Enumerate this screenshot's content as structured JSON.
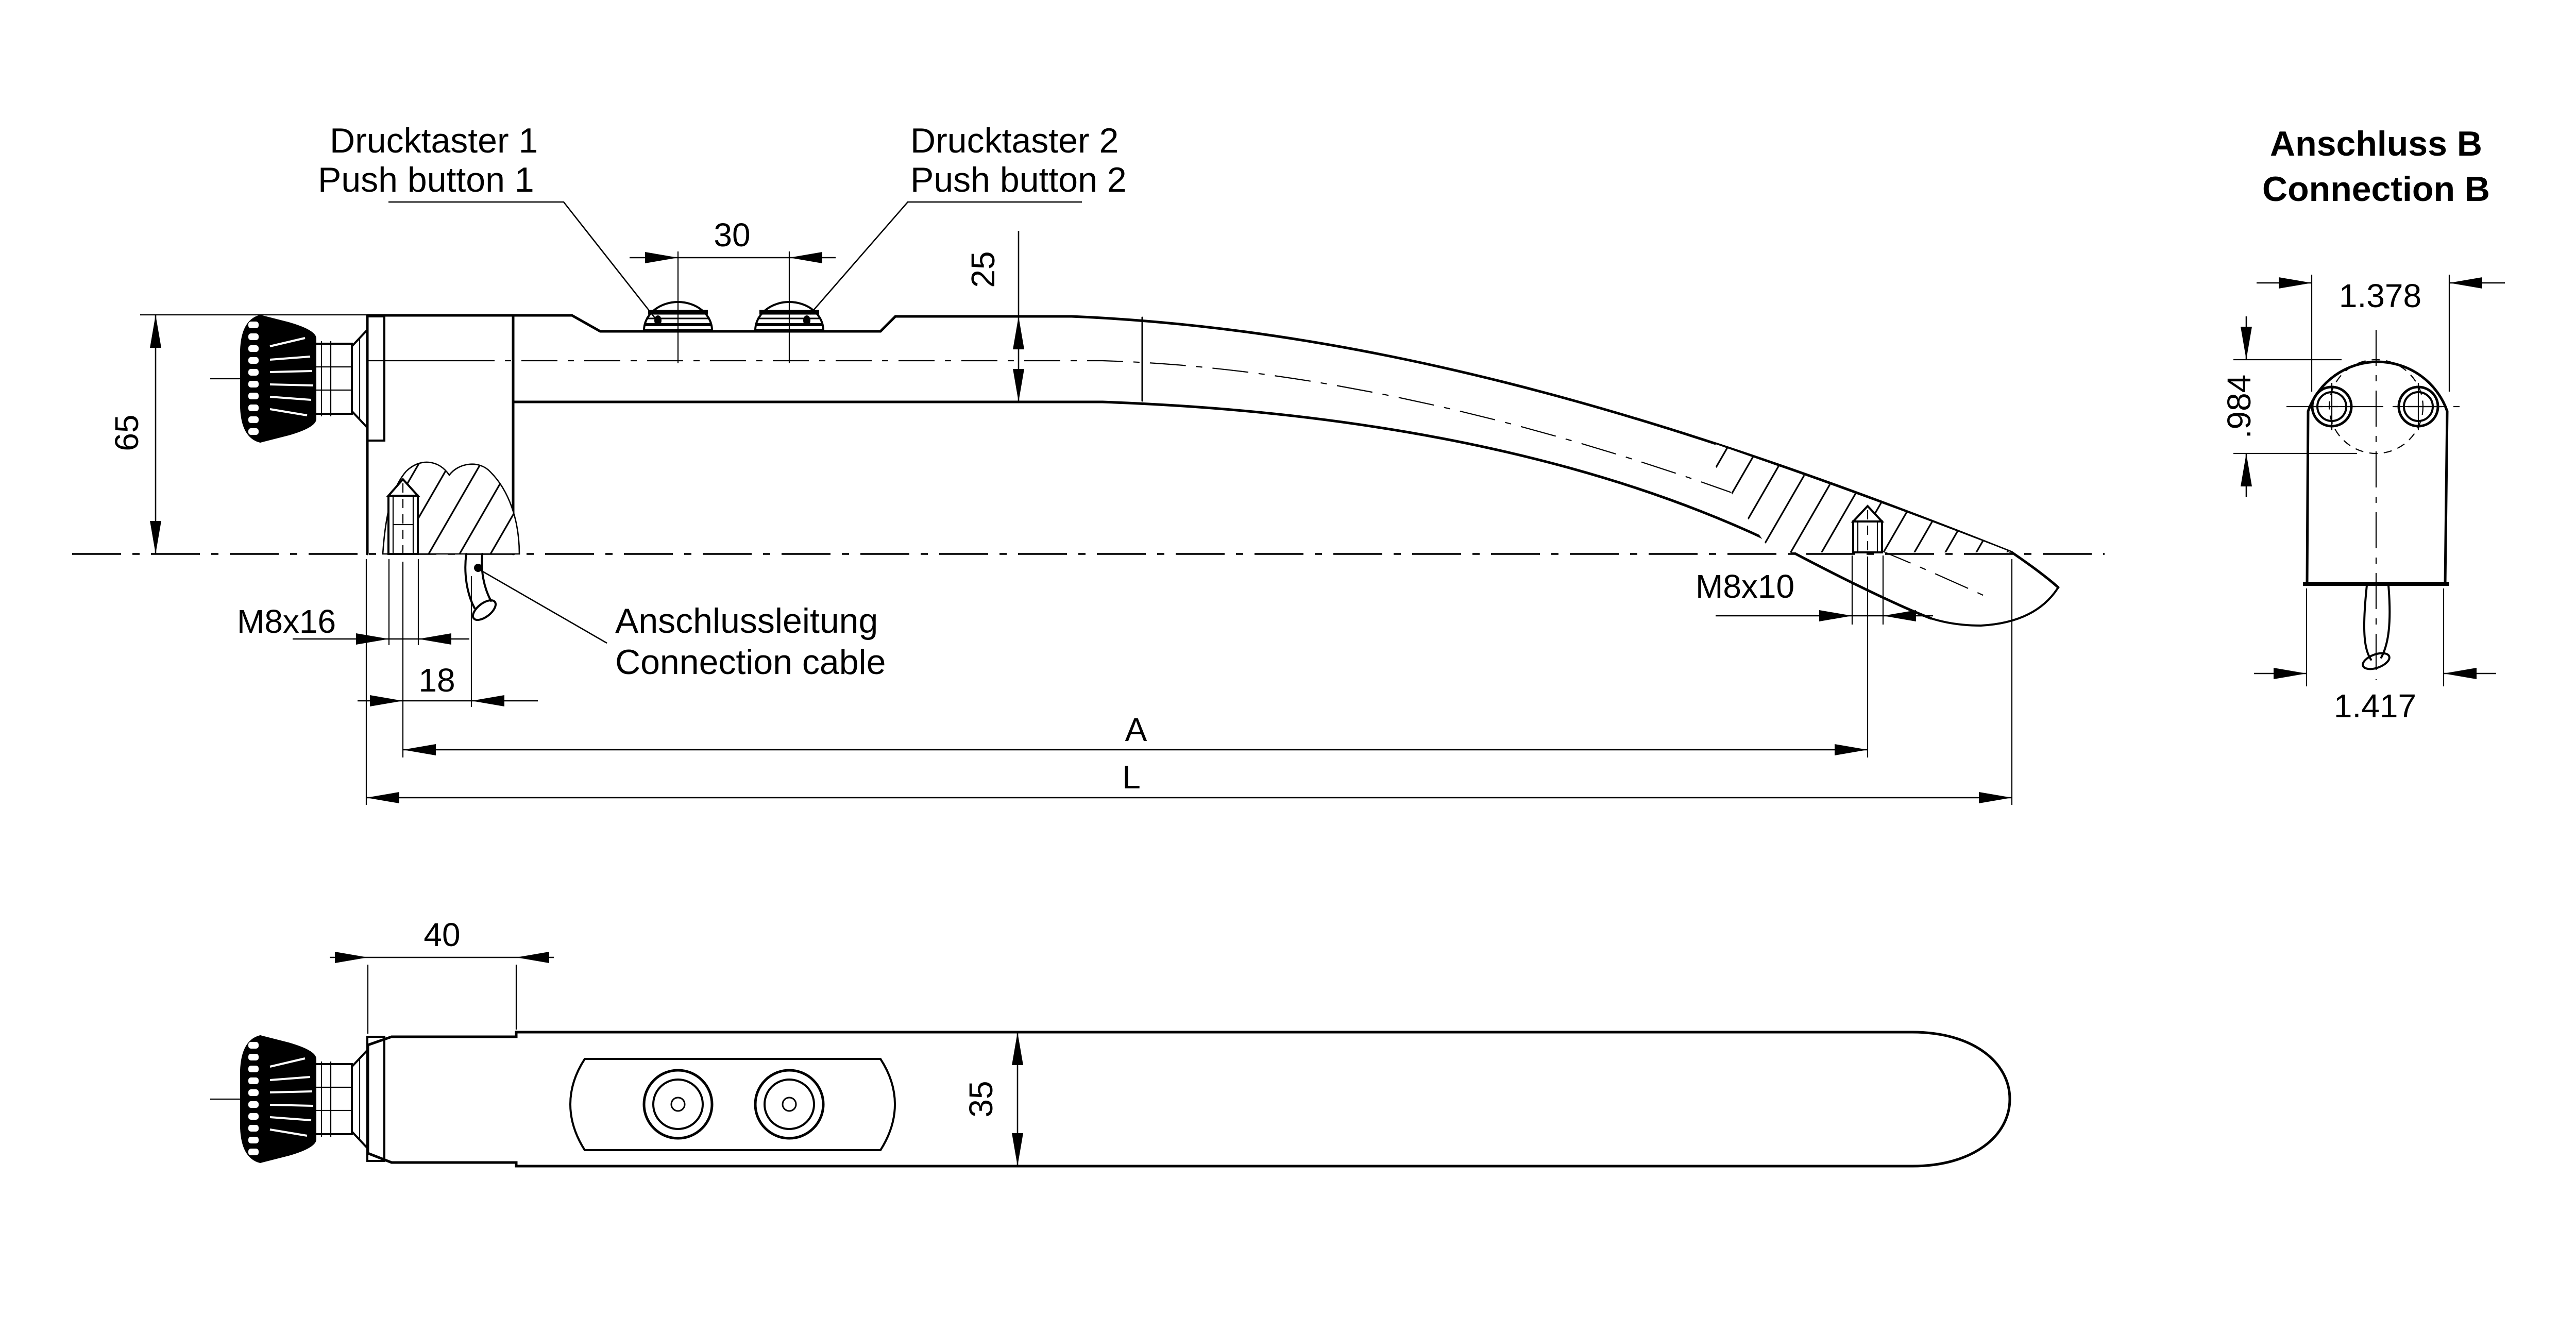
{
  "drawing": {
    "background_color": "#ffffff",
    "line_color": "#000000",
    "views": [
      "side-view",
      "plan-view",
      "connection-detail"
    ]
  },
  "labels": {
    "push_button_1_de": "Drucktaster 1",
    "push_button_1_en": "Push button 1",
    "push_button_2_de": "Drucktaster 2",
    "push_button_2_en": "Push button 2",
    "connection_cable_de": "Anschlussleitung",
    "connection_cable_en": "Connection cable",
    "connection_b_de": "Anschluss B",
    "connection_b_en": "Connection B"
  },
  "dimensions": {
    "overall_height": "65",
    "button_spacing": "30",
    "tube_height": "25",
    "screw_front": "M8x16",
    "screw_to_cable": "18",
    "screw_rear": "M8x10",
    "length_a": "A",
    "length_total": "L",
    "grip_flat_length": "40",
    "body_width": "35",
    "connector_width_top": "1.378",
    "connector_circle_dia": ".984",
    "connector_width_bottom": "1.417"
  }
}
